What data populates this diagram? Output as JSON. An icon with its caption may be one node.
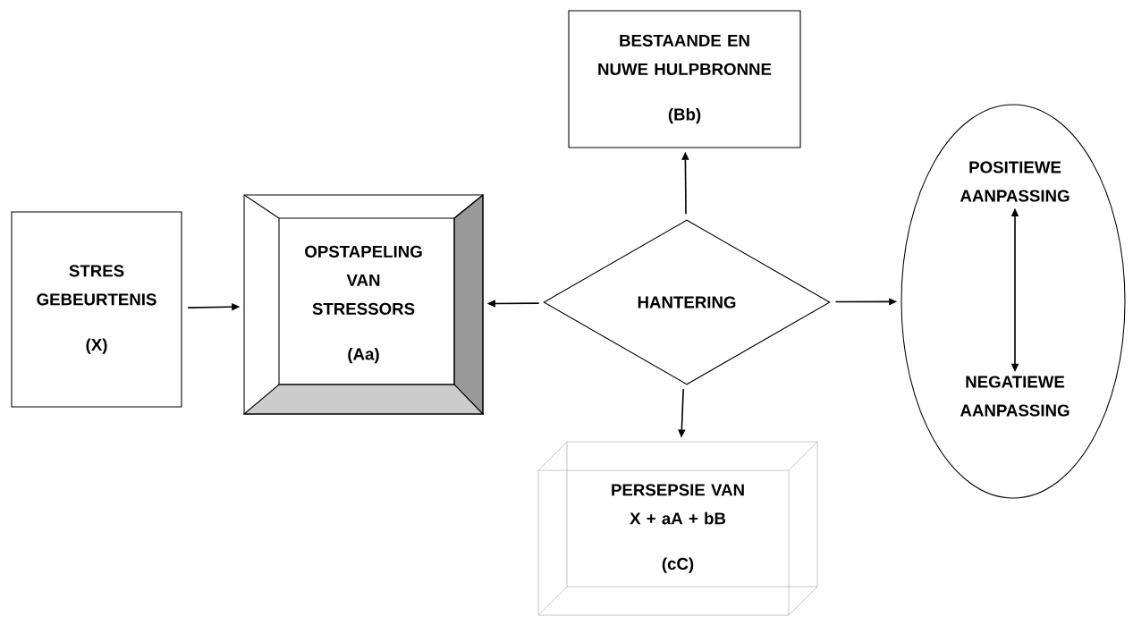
{
  "diagram": {
    "nodes": [
      {
        "text": [
          "STRES GEBEURTENIS",
          "(X)"
        ]
      },
      {
        "text": [
          "OPSTAPELING VAN STRESSORS",
          "(Aa)"
        ]
      },
      {
        "text": [
          "BESTAANDE EN NUWE HULPBRONNE",
          "(Bb)"
        ]
      },
      {
        "text": [
          "HANTERING"
        ]
      },
      {
        "text": [],
        "shape": "ellipse"
      },
      {
        "text": [
          "POSITIEWE AANPASSING"
        ],
        "in": 4
      },
      {
        "text": [
          "NEGATIEWE AANPASSING"
        ],
        "in": 4
      },
      {
        "text": [
          "PERSEPSIE VAN X + aA + bB",
          "(cC)"
        ]
      }
    ],
    "edges": [
      {
        "from": 0,
        "to": 1,
        "arrow": "to"
      },
      {
        "from": 3,
        "to": 1,
        "arrow": "to"
      },
      {
        "from": 3,
        "to": 2,
        "arrow": "to"
      },
      {
        "from": 3,
        "to": 4,
        "arrow": "to"
      },
      {
        "from": 3,
        "to": 7,
        "arrow": "to"
      },
      {
        "from": 5,
        "to": 6,
        "arrow": "both"
      }
    ]
  }
}
